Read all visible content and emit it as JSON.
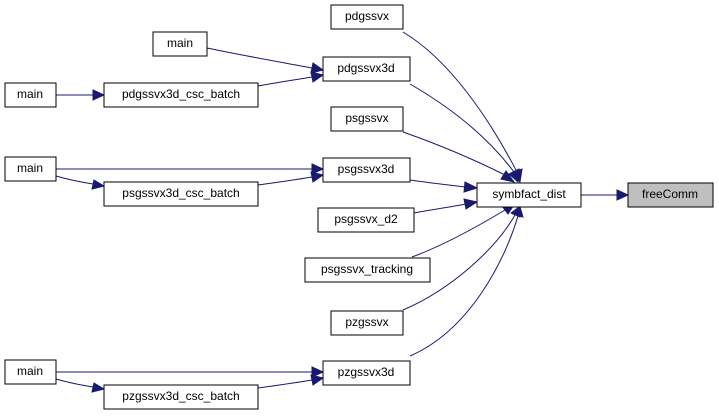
{
  "graph": {
    "focus_label": "freeComm",
    "center_label": "symbfact_dist",
    "callers": {
      "pdgssvx": "pdgssvx",
      "pdgssvx3d": "pdgssvx3d",
      "psgssvx": "psgssvx",
      "psgssvx3d": "psgssvx3d",
      "psgssvx_d2": "psgssvx_d2",
      "psgssvx_tracking": "psgssvx_tracking",
      "pzgssvx": "pzgssvx",
      "pzgssvx3d": "pzgssvx3d"
    },
    "batch": {
      "pdgssvx3d_csc_batch": "pdgssvx3d_csc_batch",
      "psgssvx3d_csc_batch": "psgssvx3d_csc_batch",
      "pzgssvx3d_csc_batch": "pzgssvx3d_csc_batch"
    },
    "main_label": "main",
    "edge_color": "#191970",
    "focus_fill": "#bfbfbf"
  }
}
